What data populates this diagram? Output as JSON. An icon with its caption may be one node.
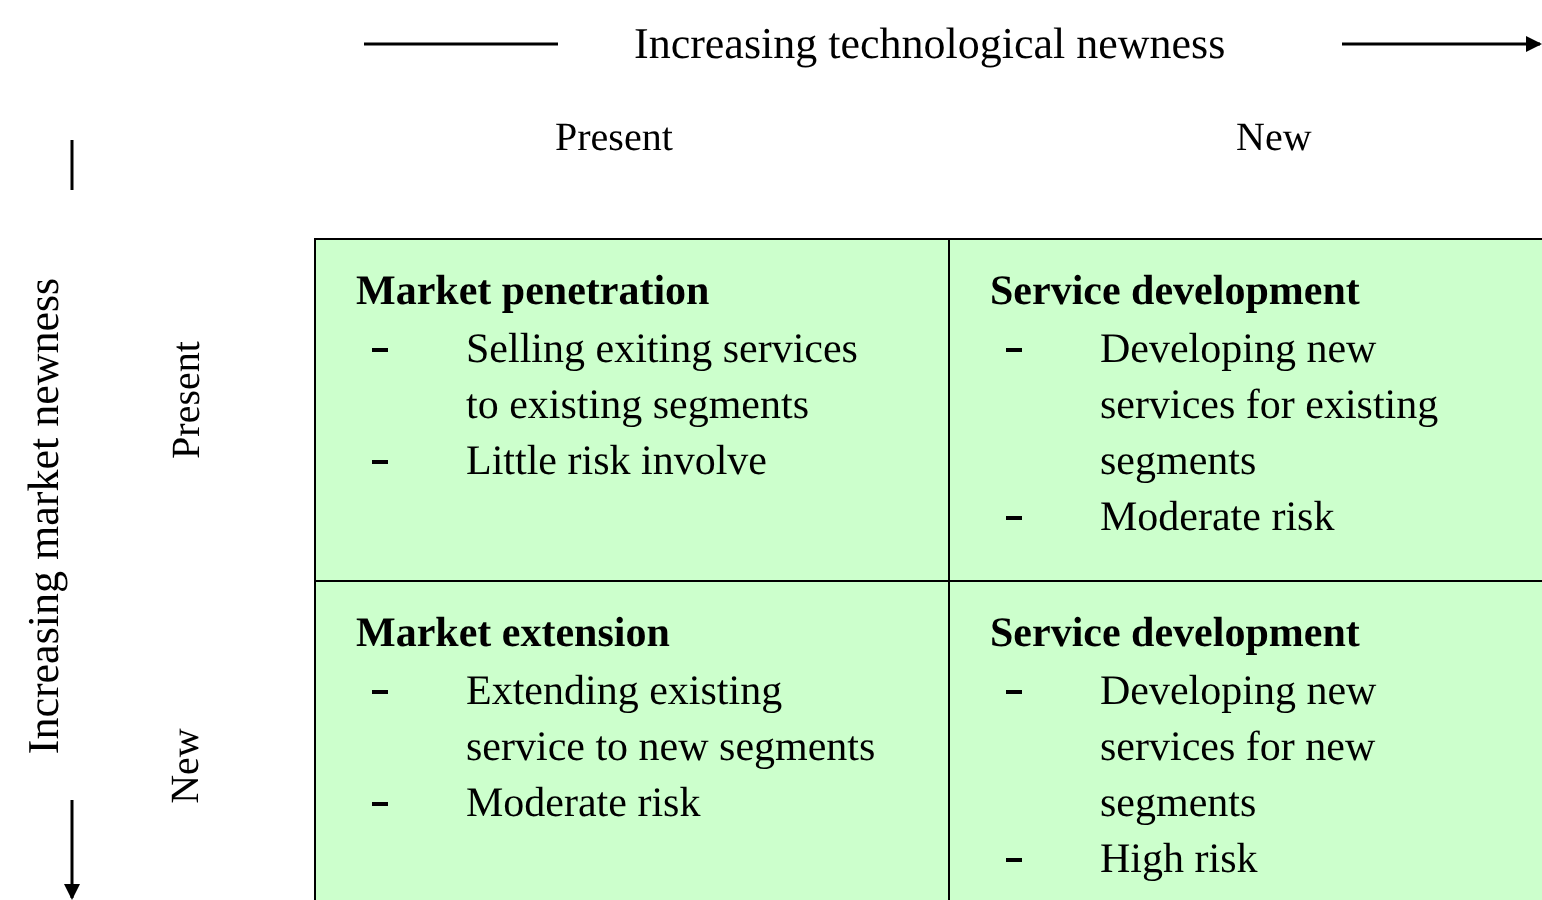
{
  "diagram": {
    "nodes": [
      {
        "text": [
          "Market penetration",
          "Selling exiting services to existing segments",
          "Little risk involve"
        ]
      },
      {
        "text": [
          "Service development",
          "Developing new services for existing segments",
          "Moderate risk"
        ]
      },
      {
        "text": [
          "Market extension",
          "Extending existing service to new segments",
          "Moderate risk"
        ]
      },
      {
        "text": [
          "Service development",
          "Developing new services for new segments",
          "High risk"
        ]
      }
    ],
    "edges": [],
    "labels": [
      "Increasing technological newness",
      "Present",
      "New",
      "Increasing market newness",
      "Present",
      "New"
    ]
  }
}
